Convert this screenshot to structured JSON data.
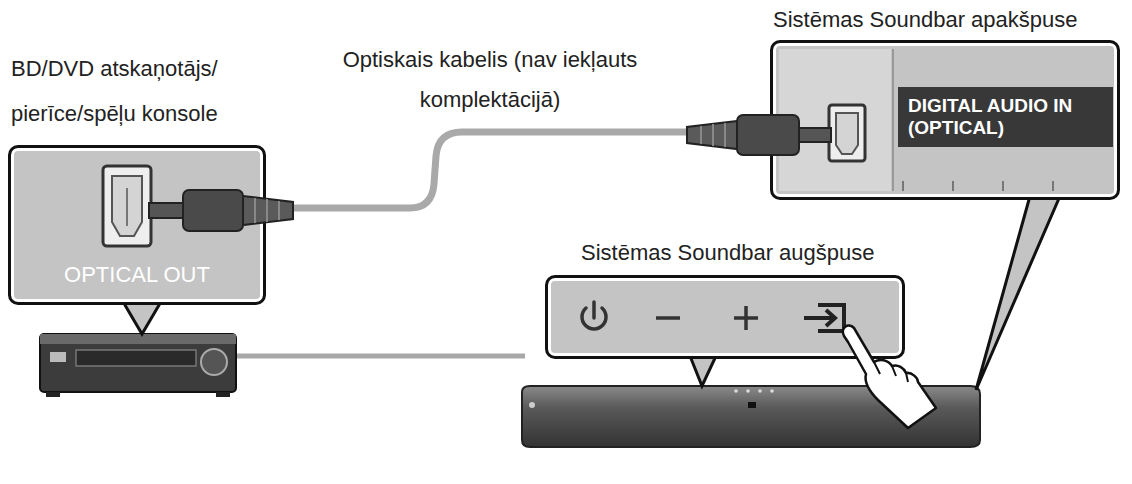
{
  "diagram": {
    "nodes": [
      {
        "text": [
          "BD/DVD atskaņotājs/ pierīce/spēļu konsole",
          "OPTICAL OUT"
        ]
      },
      {
        "text": [
          "Sistēmas Soundbar apakšpuse"
        ]
      },
      {
        "text": [
          "DIGITAL AUDIO IN (OPTICAL)"
        ],
        "in": 1
      },
      {
        "text": [
          "Sistēmas Soundbar augšpuse"
        ]
      }
    ],
    "edges": [
      {
        "from": 0,
        "to": 1,
        "arrow": "none",
        "label": "Optiskais kabelis (nav iekļauts komplektācijā)"
      }
    ]
  }
}
